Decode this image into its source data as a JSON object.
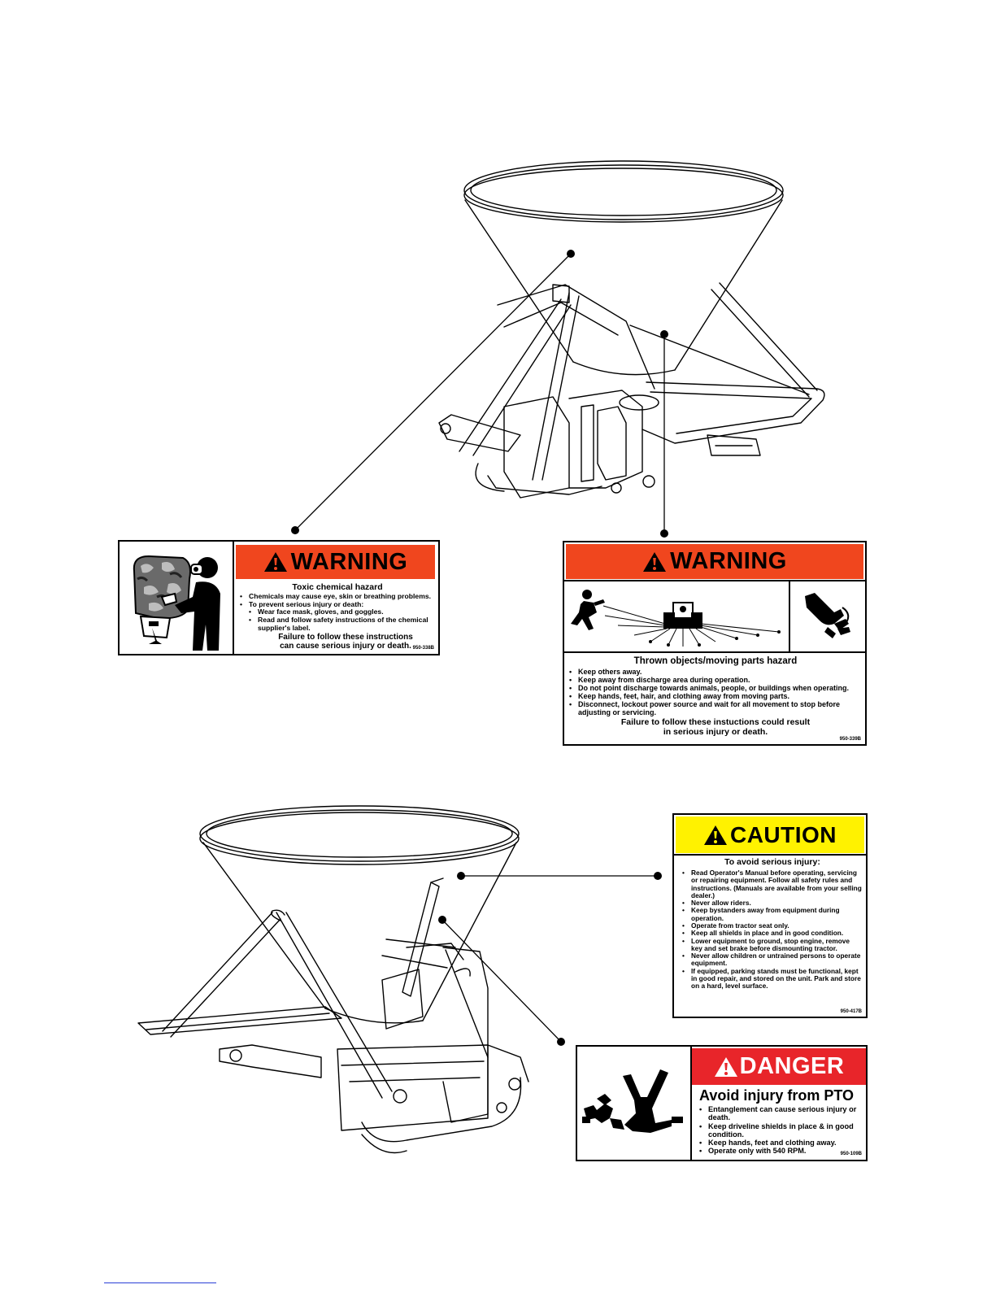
{
  "decal_1": {
    "signal_word": "WARNING",
    "title": "Toxic chemical hazard",
    "lines": [
      {
        "text": "Chemicals may cause eye, skin or breathing problems.",
        "level": 1
      },
      {
        "text": "To prevent serious injury or death:",
        "level": 1
      },
      {
        "text": "Wear face mask, gloves, and goggles.",
        "level": 2
      },
      {
        "text": "Read and follow safety instructions of the chemical supplier's label.",
        "level": 2
      }
    ],
    "footer": [
      "Failure to follow these instructions",
      "can cause serious injury or death."
    ],
    "part_no": "950-338B",
    "header_color": "#f0461e"
  },
  "decal_2": {
    "signal_word": "WARNING",
    "title": "Thrown objects/moving parts hazard",
    "lines": [
      "Keep others away.",
      "Keep away from discharge area during operation.",
      "Do not point discharge towards animals, people, or buildings when operating.",
      "Keep hands, feet, hair, and clothing away from moving parts.",
      "Disconnect, lockout power source and wait for all movement to stop before adjusting or servicing."
    ],
    "footer": [
      "Failure to follow these instuctions could result",
      "in serious injury or death."
    ],
    "part_no": "950-339B",
    "header_color": "#f0461e"
  },
  "decal_3": {
    "signal_word": "CAUTION",
    "title": "To avoid serious injury:",
    "lines": [
      "Read Operator's Manual before operating, servicing or repairing equipment. Follow all safety rules and instructions. (Manuals are available from your selling dealer.)",
      "Never allow riders.",
      "Keep bystanders away from equipment during operation.",
      "Operate from tractor seat only.",
      "Keep all shields in place and in good condition.",
      "Lower equipment to ground, stop engine, remove key and set brake before dismounting tractor.",
      "Never allow children or untrained persons to operate equipment.",
      "If equipped, parking stands must be functional, kept in good repair, and stored on the unit. Park and store on a hard, level surface."
    ],
    "part_no": "950-417B",
    "header_color": "#fff200"
  },
  "decal_4": {
    "signal_word": "DANGER",
    "title": "Avoid injury from PTO",
    "lines": [
      "Entanglement can cause serious injury or death.",
      "Keep driveline shields in place & in good condition.",
      "Keep hands, feet and clothing away.",
      "Operate only with 540 RPM."
    ],
    "part_no": "950-109B",
    "header_color": "#e8252a"
  }
}
